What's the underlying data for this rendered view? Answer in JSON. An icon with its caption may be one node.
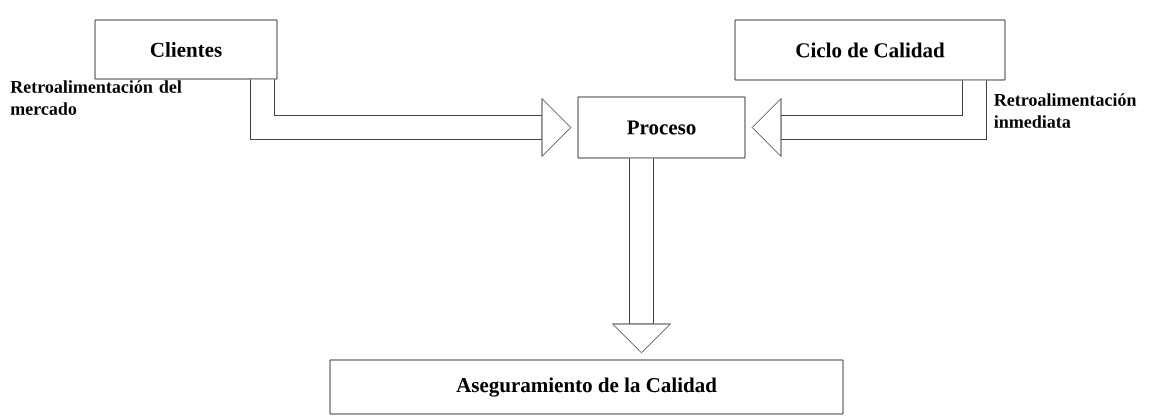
{
  "diagram": {
    "nodes": [
      {
        "text": [
          "Clientes"
        ]
      },
      {
        "text": [
          "Ciclo de Calidad"
        ]
      },
      {
        "text": [
          "Proceso"
        ]
      },
      {
        "text": [
          "Aseguramiento de la Calidad"
        ]
      }
    ],
    "edges": [
      {
        "from": 0,
        "to": 2,
        "arrow": "to",
        "label": "Retroalimentación del mercado"
      },
      {
        "from": 1,
        "to": 2,
        "arrow": "to",
        "label": "Retroalimentación inmediata"
      },
      {
        "from": 2,
        "to": 3,
        "arrow": "to"
      }
    ]
  }
}
